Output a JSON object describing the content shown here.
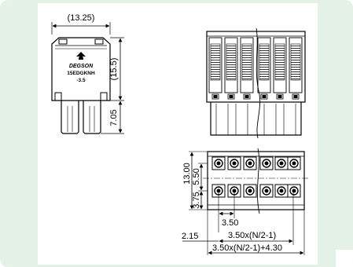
{
  "front_view": {
    "width_label": "(13.25)",
    "height_label": "(15.5)",
    "pin_label": "7.05",
    "brand": "DEGSON",
    "model": "15EDGKNH",
    "pitch": "-3.5"
  },
  "bottom_view": {
    "total_height": "13.00",
    "upper_height": "5.50",
    "lower_height": "3.75",
    "pitch": "3.50",
    "offset": "2.15",
    "span": "3.50x(N/2-1)",
    "total_width": "3.50x(N/2-1)+4.30"
  }
}
